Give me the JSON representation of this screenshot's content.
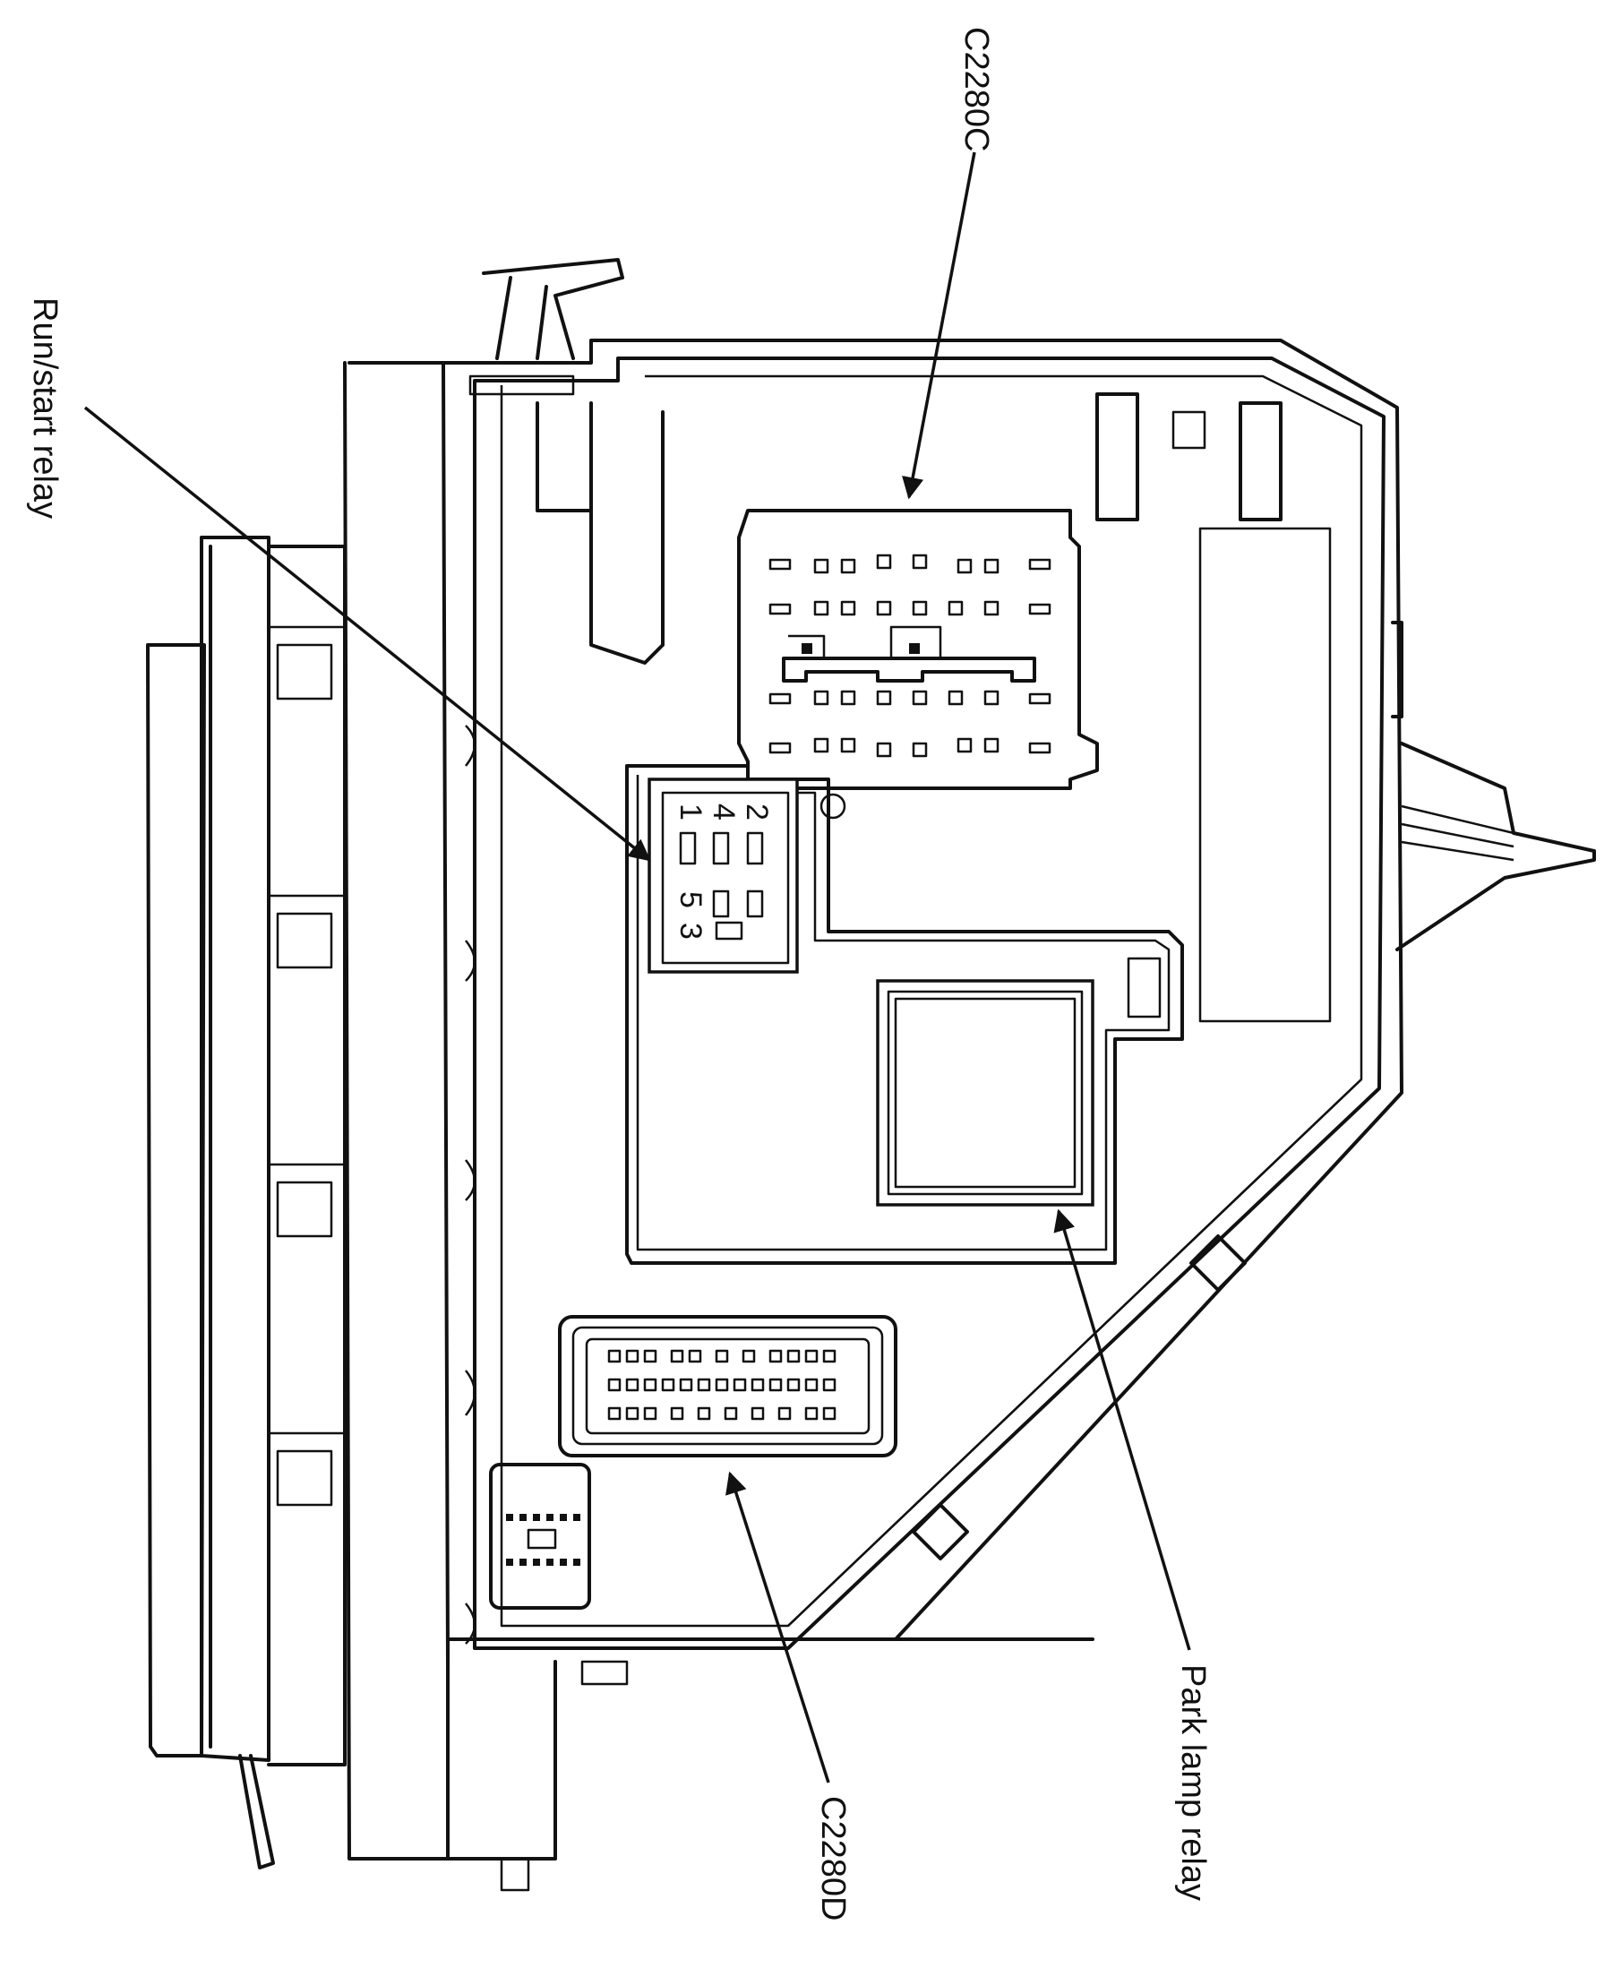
{
  "callouts": {
    "c2280c": "C2280C",
    "run_start_relay": "Run/start relay",
    "park_lamp_relay": "Park lamp relay",
    "c2280d": "C2280D"
  },
  "relay_pins": {
    "pin1": "1",
    "pin2": "2",
    "pin3": "3",
    "pin4": "4",
    "pin5": "5"
  }
}
